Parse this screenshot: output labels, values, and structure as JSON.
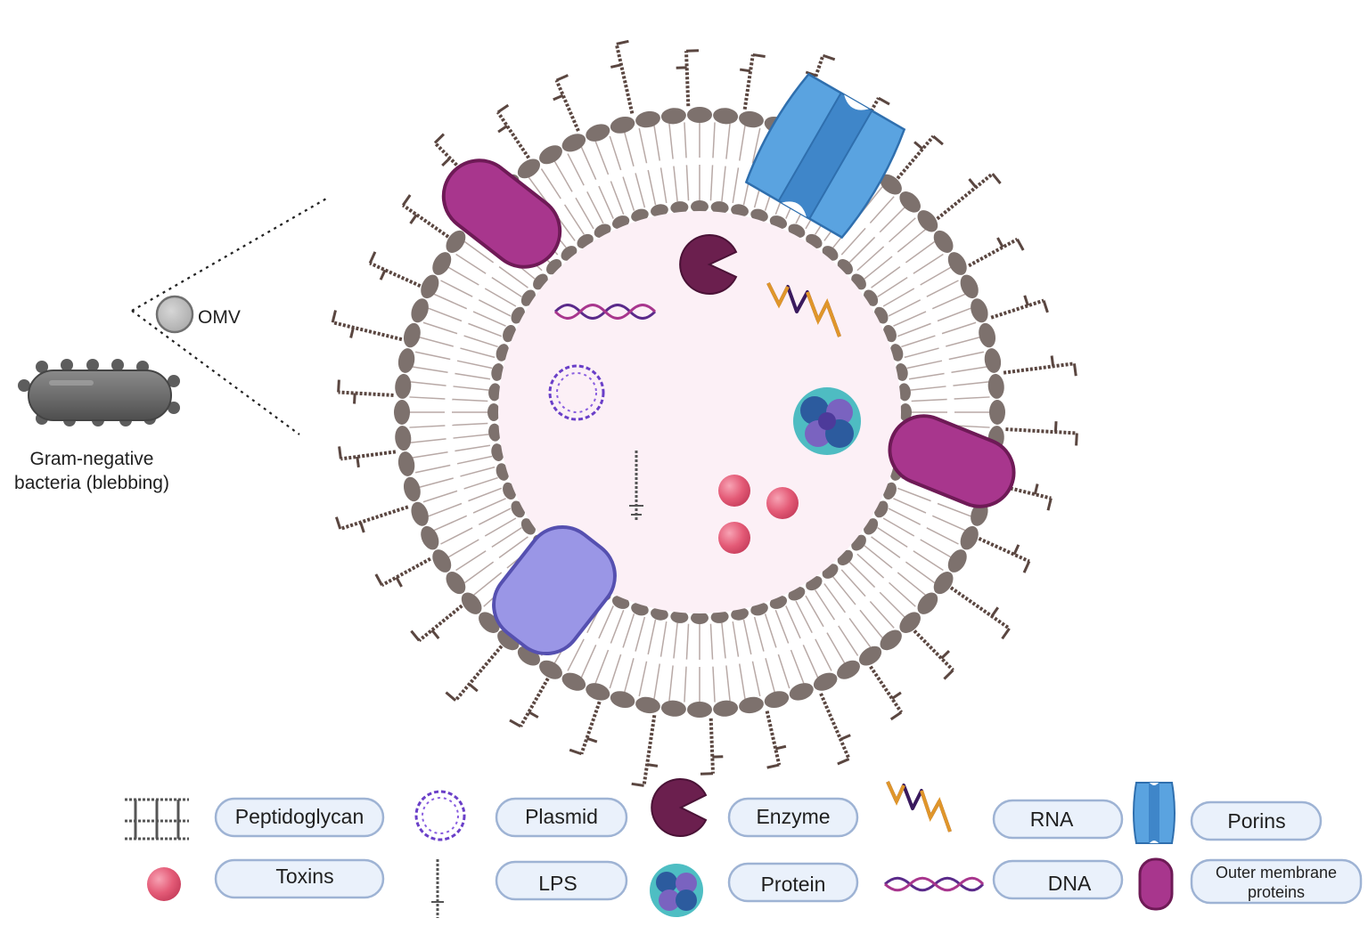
{
  "labels": {
    "omv": "OMV",
    "bacteria_line1": "Gram-negative",
    "bacteria_line2": "bacteria (blebbing)"
  },
  "legend": {
    "peptidoglycan": "Peptidoglycan",
    "plasmid": "Plasmid",
    "enzyme": "Enzyme",
    "rna": "RNA",
    "porins": "Porins",
    "toxins": "Toxins",
    "lps": "LPS",
    "protein": "Protein",
    "dna": "DNA",
    "omp_line1": "Outer membrane",
    "omp_line2": "proteins"
  },
  "colors": {
    "membrane_head": "#7d716d",
    "lumen": "#fcf0f6",
    "outer_membrane_protein": "#a8368d",
    "porin": "#5aa3e0",
    "enzyme": "#6b1f4e",
    "toxin": "#e45b77",
    "purple_protein": "#9a96e6",
    "legend_fill": "#eaf1fb"
  }
}
